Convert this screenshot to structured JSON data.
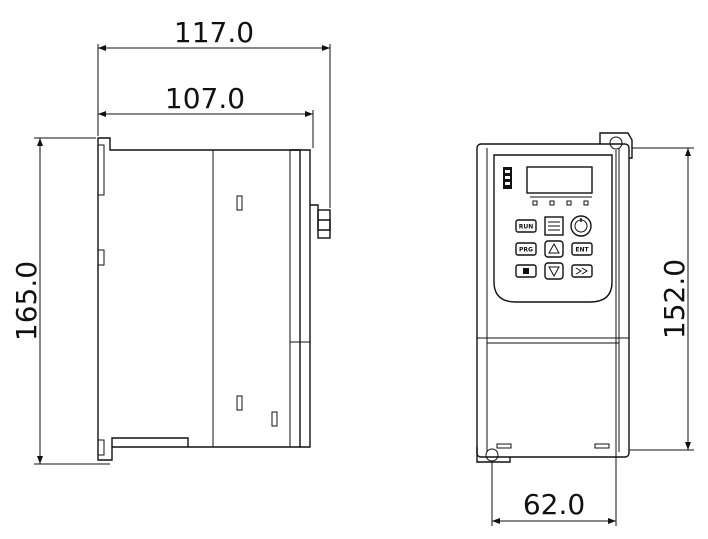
{
  "dimensions": {
    "overall_depth": "117.0",
    "body_depth": "107.0",
    "side_height": "165.0",
    "front_height": "152.0",
    "front_width": "62.0"
  },
  "keypad": {
    "run": "RUN",
    "prg": "PRG",
    "ent": "ENT",
    "stop": "■",
    "up": "▲",
    "down": "▼",
    "shift": "≫"
  }
}
